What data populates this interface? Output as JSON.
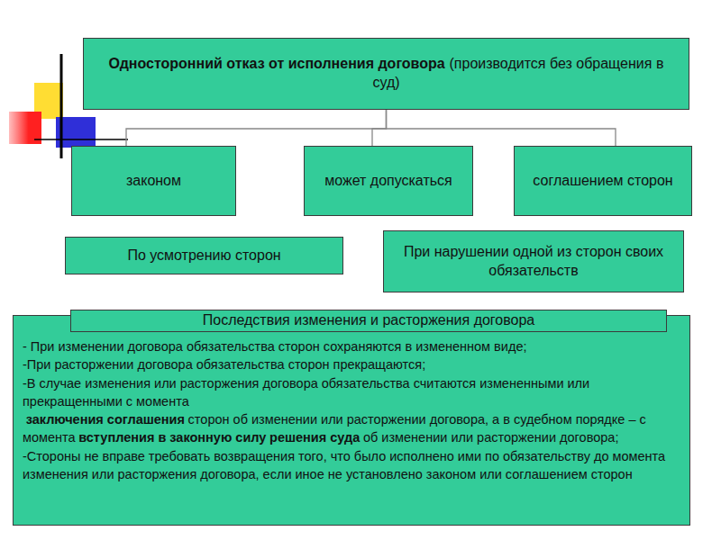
{
  "diagram": {
    "nodes": [
      {
        "text": [
          "Односторонний отказ от исполнения договора",
          "(производится без обращения в суд)"
        ]
      },
      {
        "text": [
          "законом"
        ]
      },
      {
        "text": [
          "может допускаться"
        ]
      },
      {
        "text": [
          "соглашением сторон"
        ]
      },
      {
        "text": [
          "По усмотрению сторон"
        ]
      },
      {
        "text": [
          "При нарушении одной из сторон своих обязательств"
        ]
      },
      {
        "text": [
          "Последствия изменения и расторжения договора"
        ]
      },
      {
        "text": [
          "- При изменении договора обязательства сторон сохраняются в измененном виде;",
          "-При расторжении договора обязательства сторон прекращаются;",
          "-В случае изменения или расторжения договора обязательства считаются измененными или прекращенными с момента",
          "заключения соглашения",
          "сторон об изменении или расторжении договора, а в судебном порядке – с момента",
          "вступления в законную силу",
          "решения суда",
          "об изменении или расторжении договора;",
          "-Стороны не вправе требовать возвращения того, что было исполнено ими по обязательству до момента изменения или расторжения договора, если иное не установлено законом или соглашением сторон"
        ]
      }
    ],
    "edges": [
      {
        "from": 0,
        "to": 1,
        "arrow": "none"
      },
      {
        "from": 0,
        "to": 2,
        "arrow": "none"
      },
      {
        "from": 0,
        "to": 3,
        "arrow": "none"
      }
    ]
  }
}
